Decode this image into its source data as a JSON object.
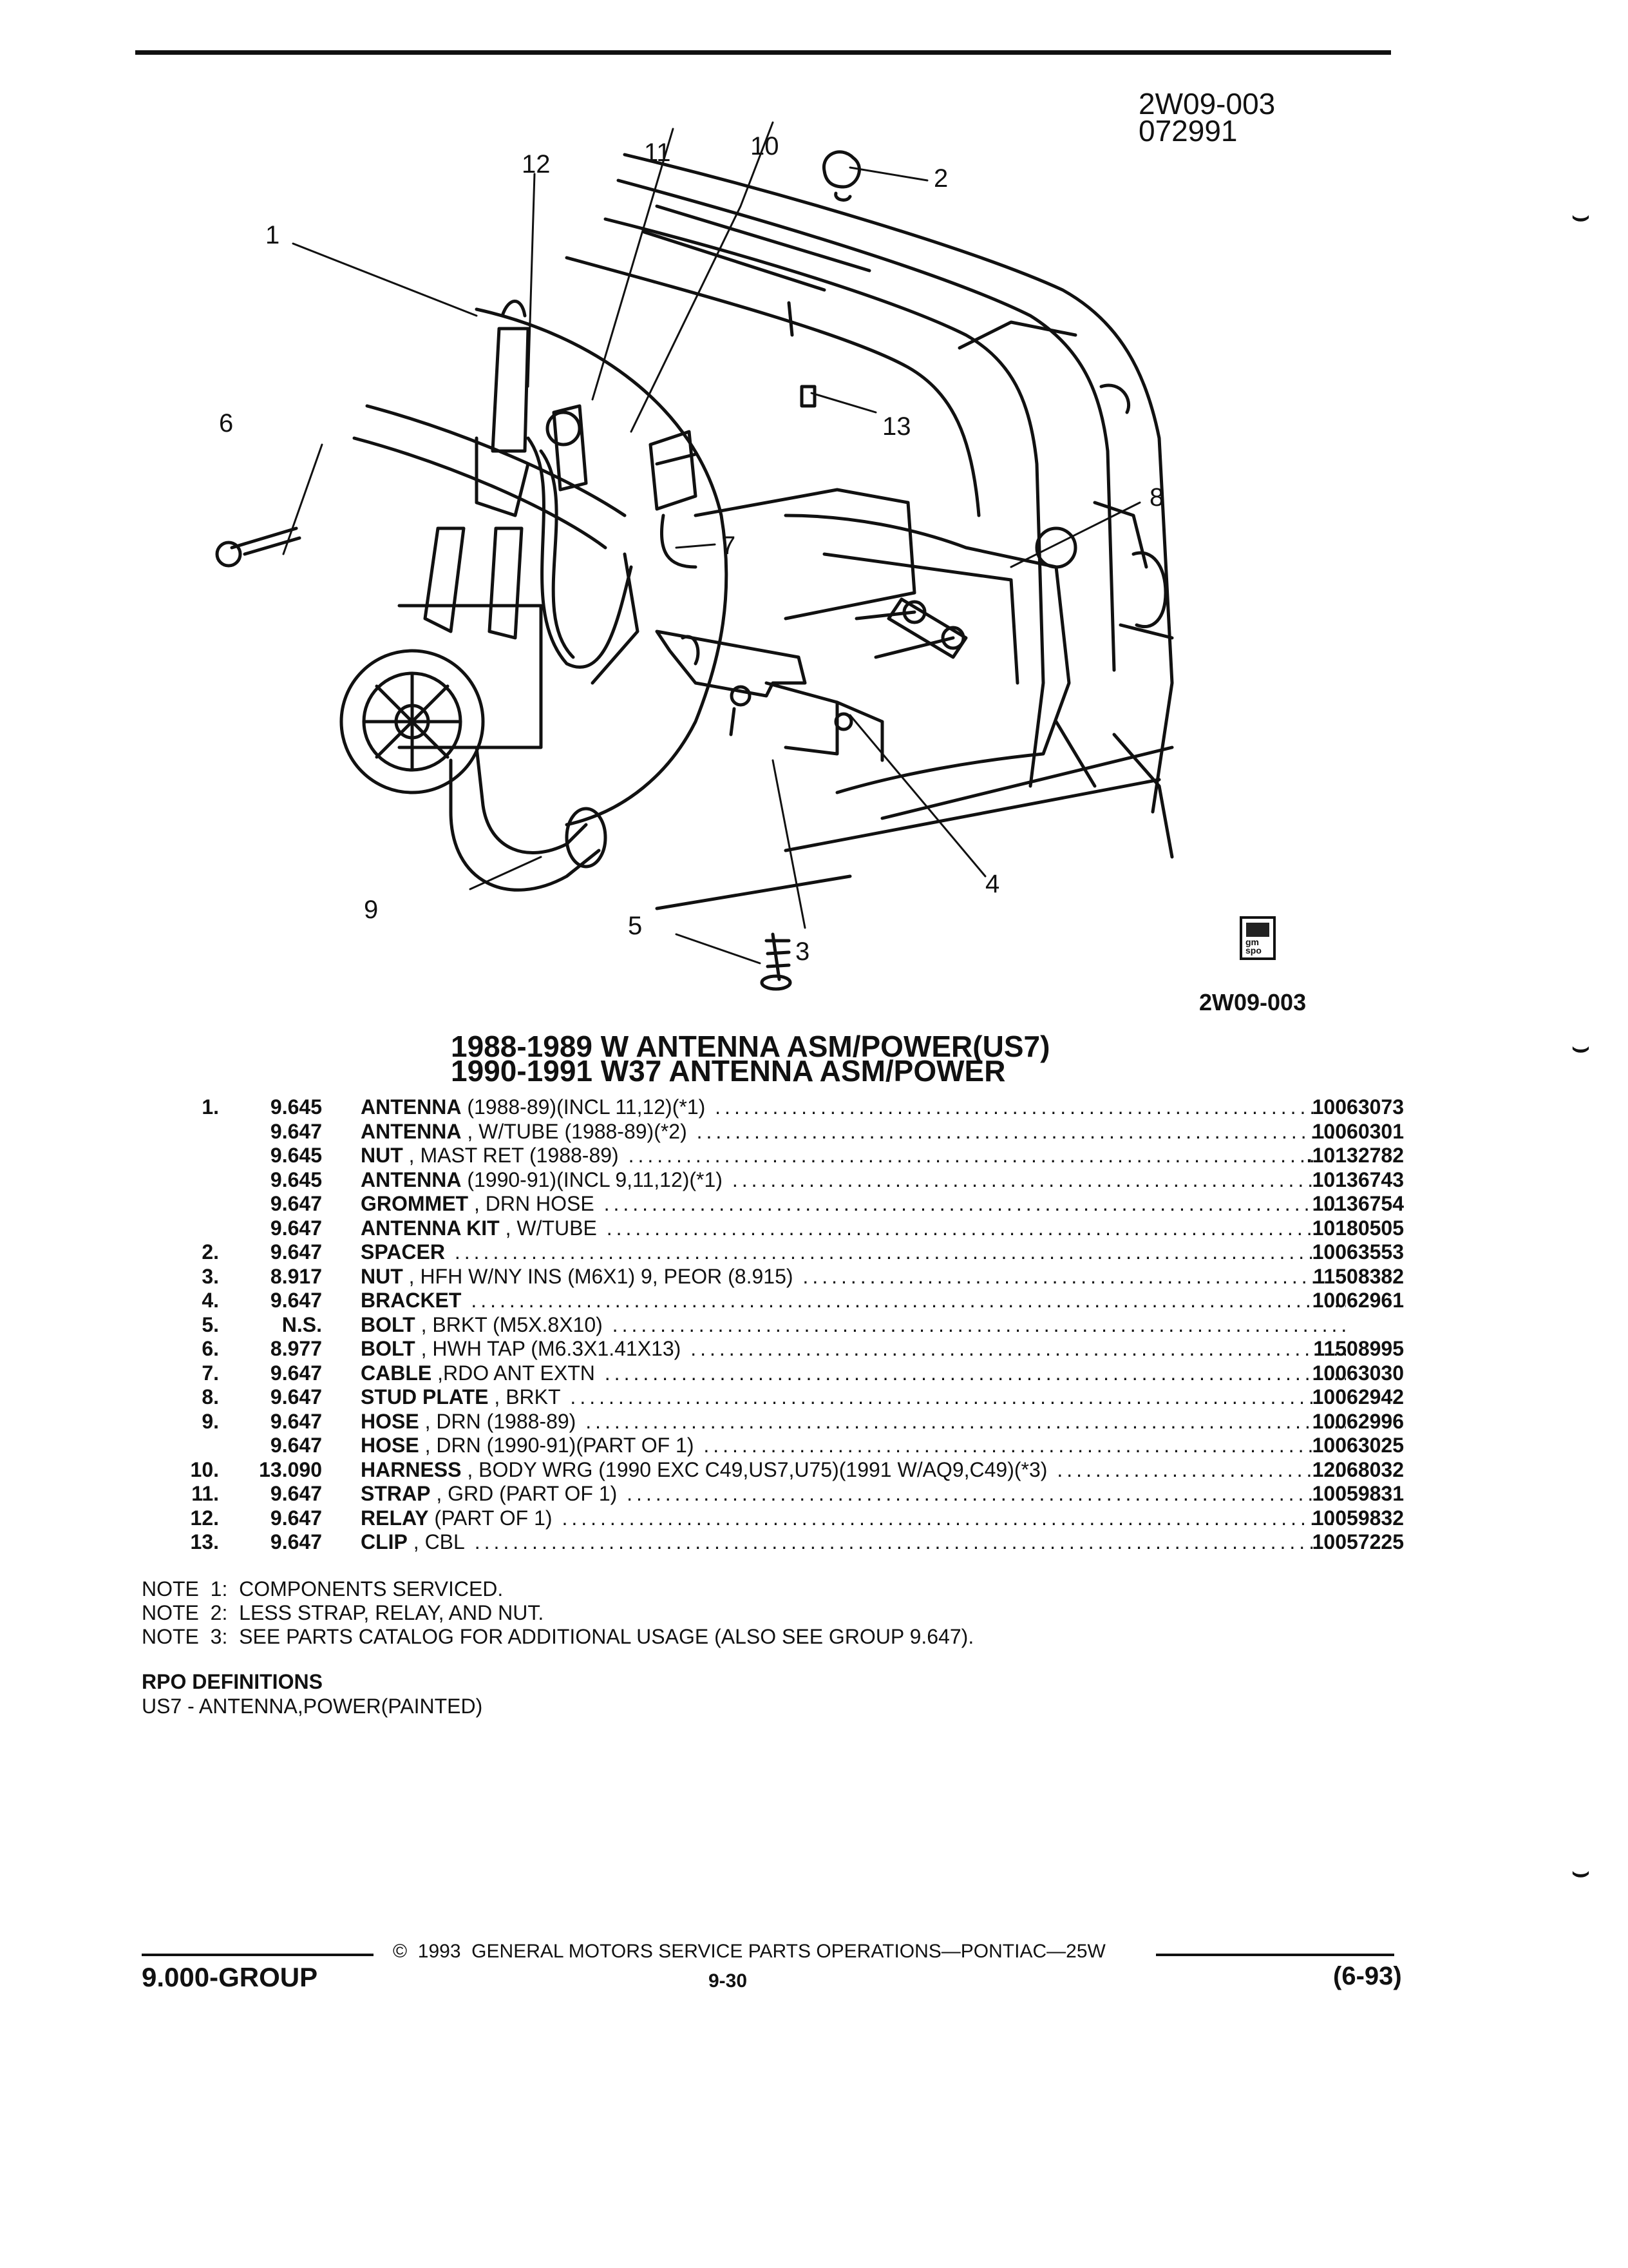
{
  "header": {
    "id": "2W09-003",
    "date_code": "072991"
  },
  "diagram": {
    "callouts": [
      "1",
      "2",
      "3",
      "4",
      "5",
      "6",
      "7",
      "8",
      "9",
      "10",
      "11",
      "12",
      "13"
    ],
    "logo_text": "gm spo",
    "id": "2W09-003"
  },
  "title": {
    "line1": "1988-1989 W ANTENNA ASM/POWER(US7)",
    "line2": "1990-1991 W37 ANTENNA ASM/POWER"
  },
  "parts": [
    {
      "num": "1.",
      "group": "9.645",
      "name": "ANTENNA",
      "detail": " (1988-89)(INCL 11,12)(*1)",
      "part": "10063073"
    },
    {
      "num": "",
      "group": "9.647",
      "name": "ANTENNA",
      "detail": " , W/TUBE (1988-89)(*2)",
      "part": "10060301"
    },
    {
      "num": "",
      "group": "9.645",
      "name": "NUT",
      "detail": " , MAST RET (1988-89)",
      "part": ".10132782"
    },
    {
      "num": "",
      "group": "9.645",
      "name": "ANTENNA",
      "detail": " (1990-91)(INCL 9,11,12)(*1)",
      "part": "10136743"
    },
    {
      "num": "",
      "group": "9.647",
      "name": "GROMMET",
      "detail": " , DRN HOSE",
      "part": "10136754"
    },
    {
      "num": "",
      "group": "9.647",
      "name": "ANTENNA KIT",
      "detail": " , W/TUBE",
      "part": "10180505"
    },
    {
      "num": "2.",
      "group": "9.647",
      "name": "SPACER",
      "detail": "",
      "part": "10063553"
    },
    {
      "num": "3.",
      "group": "8.917",
      "name": "NUT",
      "detail": " , HFH W/NY INS (M6X1) 9, PEOR (8.915)",
      "part": "11508382"
    },
    {
      "num": "4.",
      "group": "9.647",
      "name": "BRACKET",
      "detail": "",
      "part": "10062961"
    },
    {
      "num": "5.",
      "group": "N.S.",
      "name": "BOLT",
      "detail": " , BRKT (M5X.8X10)",
      "part": ""
    },
    {
      "num": "6.",
      "group": "8.977",
      "name": "BOLT",
      "detail": " , HWH TAP (M6.3X1.41X13)",
      "part": "11508995"
    },
    {
      "num": "7.",
      "group": "9.647",
      "name": "CABLE",
      "detail": " ,RDO ANT EXTN",
      "part": "10063030"
    },
    {
      "num": "8.",
      "group": "9.647",
      "name": "STUD PLATE",
      "detail": " , BRKT",
      "part": "10062942"
    },
    {
      "num": "9.",
      "group": "9.647",
      "name": "HOSE",
      "detail": " , DRN (1988-89)",
      "part": "10062996"
    },
    {
      "num": "",
      "group": "9.647",
      "name": "HOSE",
      "detail": " , DRN (1990-91)(PART OF 1)",
      "part": "10063025"
    },
    {
      "num": "10.",
      "group": "13.090",
      "name": "HARNESS",
      "detail": " , BODY WRG (1990 EXC C49,US7,U75)(1991 W/AQ9,C49)(*3)",
      "part": "12068032"
    },
    {
      "num": "11.",
      "group": "9.647",
      "name": "STRAP",
      "detail": " , GRD (PART OF 1)",
      "part": "10059831"
    },
    {
      "num": "12.",
      "group": "9.647",
      "name": "RELAY",
      "detail": " (PART OF 1)",
      "part": "10059832"
    },
    {
      "num": "13.",
      "group": "9.647",
      "name": "CLIP",
      "detail": " , CBL",
      "part": "10057225"
    }
  ],
  "notes": [
    "NOTE  1:  COMPONENTS SERVICED.",
    "NOTE  2:  LESS STRAP, RELAY, AND NUT.",
    "NOTE  3:  SEE PARTS CATALOG FOR ADDITIONAL USAGE (ALSO SEE GROUP 9.647)."
  ],
  "rpo": {
    "heading": "RPO DEFINITIONS",
    "text": "US7 - ANTENNA,POWER(PAINTED)"
  },
  "footer": {
    "copyright": "©  1993  GENERAL MOTORS SERVICE PARTS OPERATIONS—PONTIAC—25W",
    "group": "9.000-GROUP",
    "page": "9-30",
    "date": "(6-93)"
  }
}
